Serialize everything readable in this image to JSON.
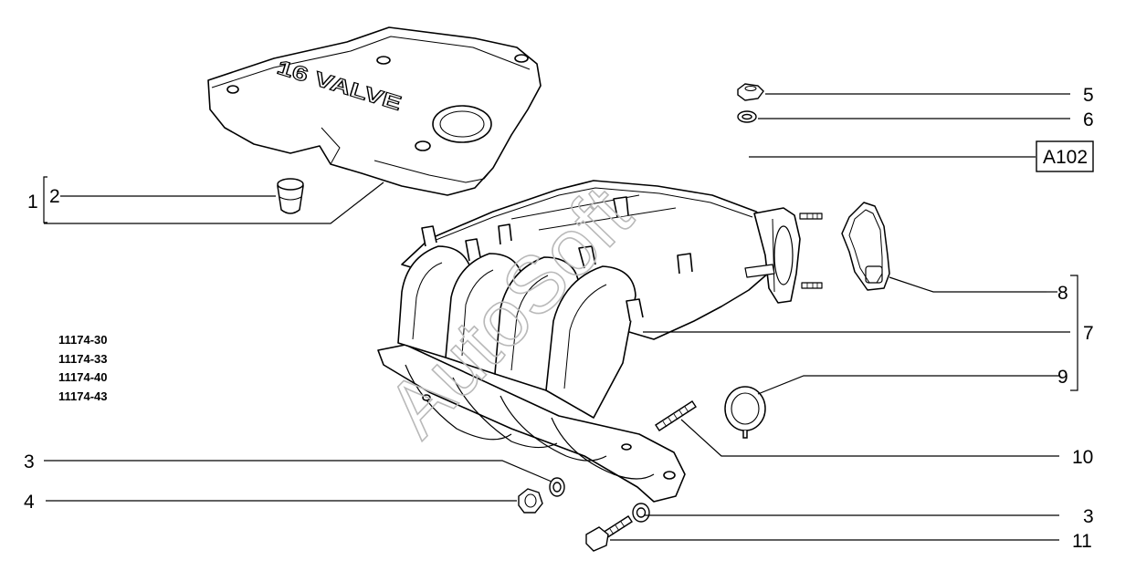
{
  "callouts": {
    "c1": "1",
    "c2": "2",
    "c3a": "3",
    "c3b": "3",
    "c4": "4",
    "c5": "5",
    "c6": "6",
    "c7": "7",
    "c8": "8",
    "c9": "9",
    "c10": "10",
    "c11": "11"
  },
  "reference_box": "A102",
  "cover_text": "16 VALVE",
  "watermark": "AutoSoft",
  "model_codes": [
    "11174-30",
    "11174-33",
    "11174-40",
    "11174-43"
  ]
}
